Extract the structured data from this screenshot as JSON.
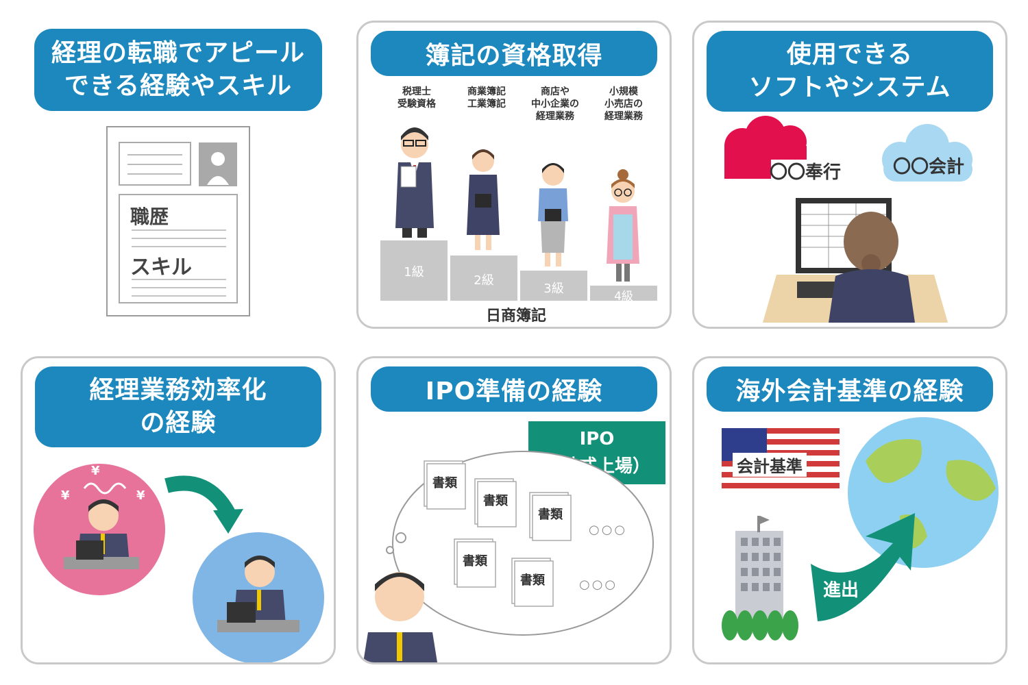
{
  "panels": {
    "appeal": {
      "title_line1": "経理の転職でアピール",
      "title_line2": "できる経験やスキル",
      "resume_work_history": "職歴",
      "resume_skills": "スキル"
    },
    "bookkeeping": {
      "title": "簿記の資格取得",
      "caption": "日商簿記",
      "levels": [
        {
          "grade": "1級",
          "desc": [
            "税理士",
            "受験資格"
          ]
        },
        {
          "grade": "2級",
          "desc": [
            "商業簿記",
            "工業簿記"
          ]
        },
        {
          "grade": "3級",
          "desc": [
            "商店や",
            "中小企業の",
            "経理業務"
          ]
        },
        {
          "grade": "4級",
          "desc": [
            "小規模",
            "小売店の",
            "経理業務"
          ]
        }
      ]
    },
    "software": {
      "title_line1": "使用できる",
      "title_line2": "ソフトやシステム",
      "product_a": "〇〇奉行",
      "product_b": "〇〇会計"
    },
    "efficiency": {
      "title_line1": "経理業務効率化",
      "title_line2": "の経験",
      "yen": "¥"
    },
    "ipo": {
      "title": "IPO準備の経験",
      "sign_line1": "IPO",
      "sign_line2": "（株式上場）",
      "doc_label": "書類",
      "ellipsis": "○○○"
    },
    "global": {
      "title": "海外会計基準の経験",
      "flag_label": "会計基準",
      "arrow_label": "進出"
    }
  },
  "colors": {
    "title_bg": "#1c88bd",
    "panel_border": "#c9c9c9",
    "podium": "#c8c8c8",
    "teal": "#129078",
    "pink": "#e8739a",
    "sky": "#7fb6e6"
  }
}
